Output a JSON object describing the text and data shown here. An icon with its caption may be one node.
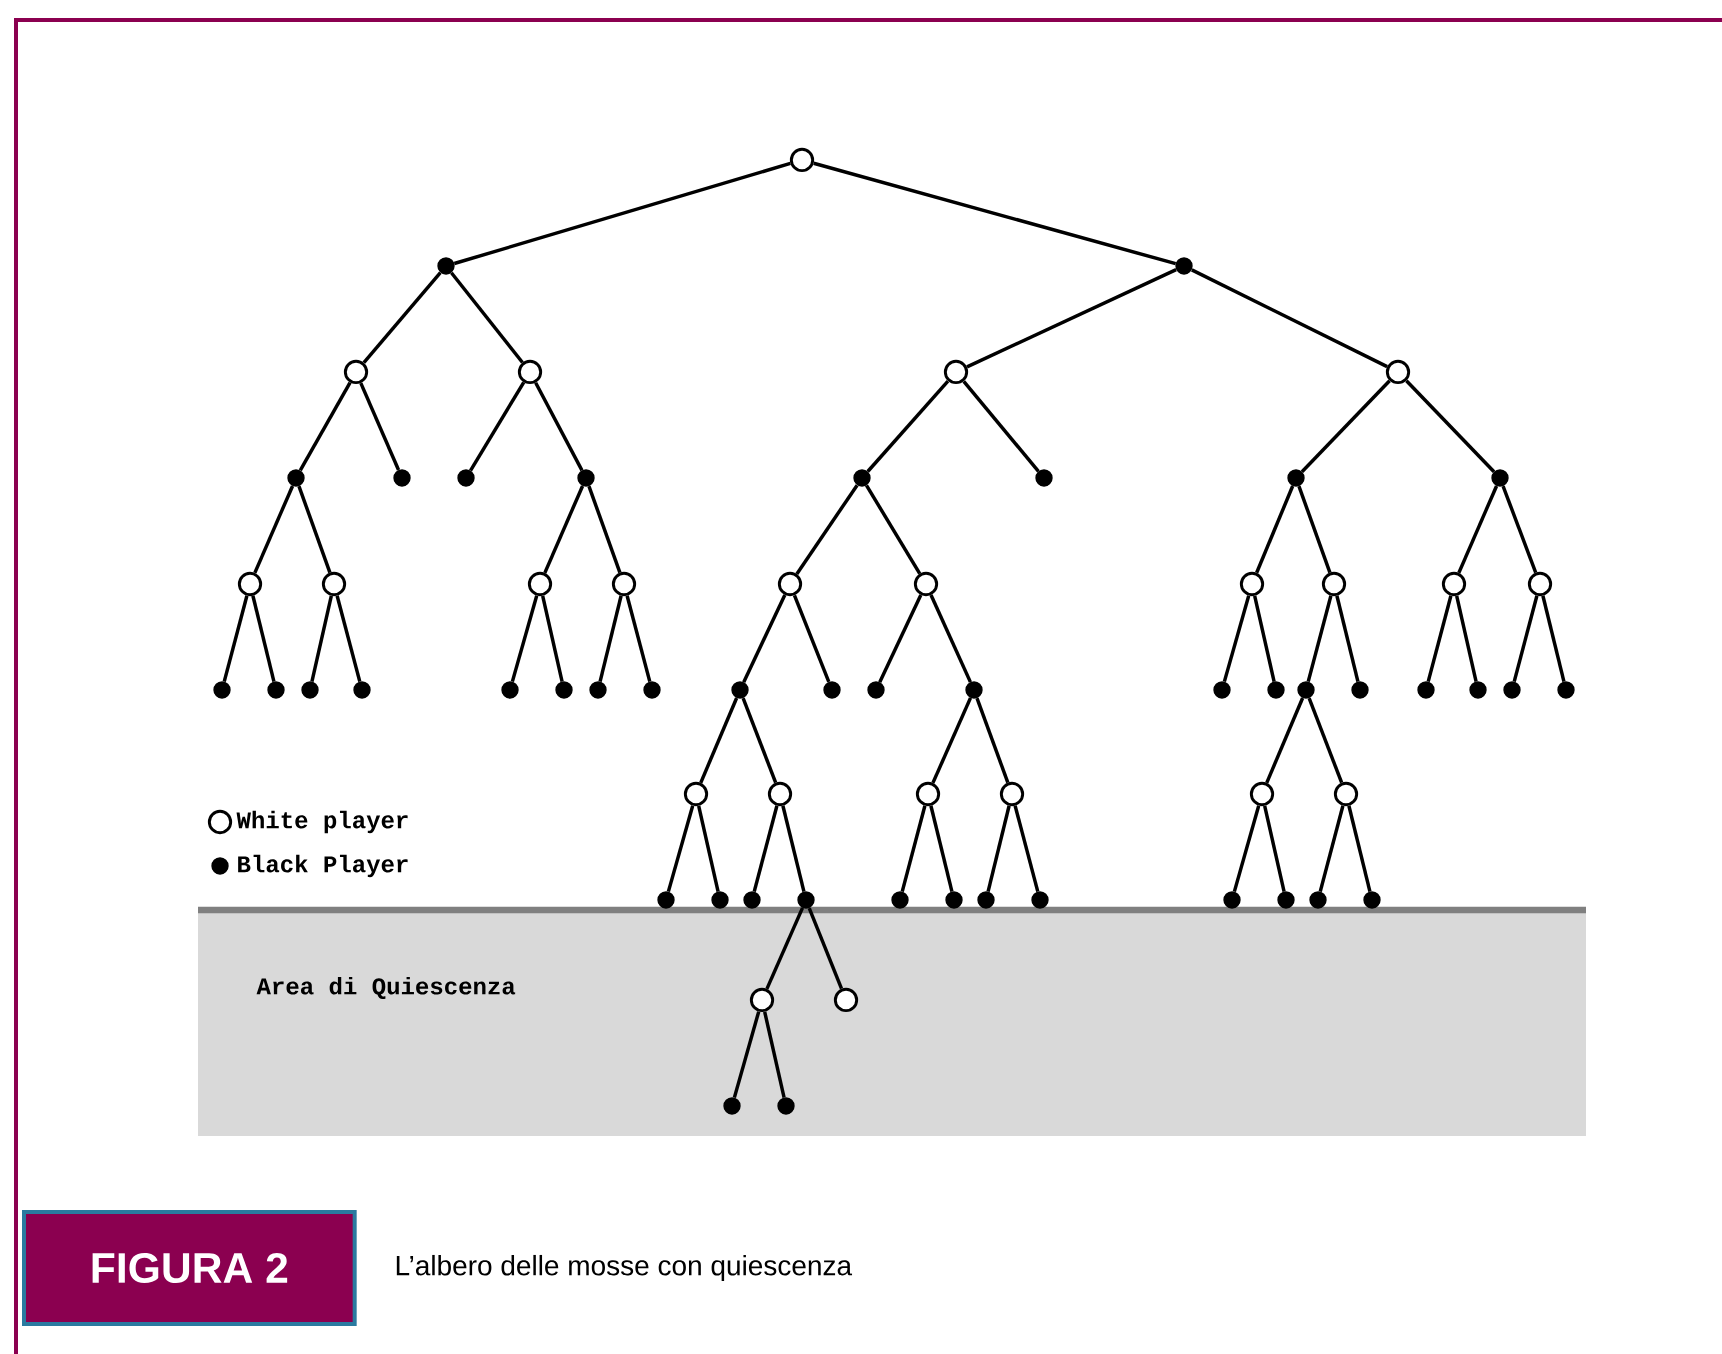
{
  "diagram": {
    "title": "FIGURA 2",
    "caption": "L’albero delle mosse con quiescenza",
    "nodes": [
      {
        "text": [],
        "shape": "circle"
      },
      {
        "text": [],
        "shape": "dot"
      },
      {
        "text": [],
        "shape": "dot"
      },
      {
        "text": [],
        "shape": "circle"
      },
      {
        "text": [],
        "shape": "circle"
      },
      {
        "text": [],
        "shape": "circle"
      },
      {
        "text": [],
        "shape": "circle"
      },
      {
        "text": [],
        "shape": "dot"
      },
      {
        "text": [],
        "shape": "dot"
      },
      {
        "text": [],
        "shape": "dot"
      },
      {
        "text": [],
        "shape": "dot"
      },
      {
        "text": [],
        "shape": "dot"
      },
      {
        "text": [],
        "shape": "dot"
      },
      {
        "text": [],
        "shape": "dot"
      },
      {
        "text": [],
        "shape": "dot"
      },
      {
        "text": [],
        "shape": "circle"
      },
      {
        "text": [],
        "shape": "circle"
      },
      {
        "text": [],
        "shape": "circle"
      },
      {
        "text": [],
        "shape": "circle"
      },
      {
        "text": [],
        "shape": "circle"
      },
      {
        "text": [],
        "shape": "circle"
      },
      {
        "text": [],
        "shape": "circle"
      },
      {
        "text": [],
        "shape": "circle"
      },
      {
        "text": [],
        "shape": "circle"
      },
      {
        "text": [],
        "shape": "circle"
      },
      {
        "text": [],
        "shape": "dot"
      },
      {
        "text": [],
        "shape": "dot"
      },
      {
        "text": [],
        "shape": "dot"
      },
      {
        "text": [],
        "shape": "dot"
      },
      {
        "text": [],
        "shape": "dot"
      },
      {
        "text": [],
        "shape": "dot"
      },
      {
        "text": [],
        "shape": "dot"
      },
      {
        "text": [],
        "shape": "dot"
      },
      {
        "text": [],
        "shape": "dot"
      },
      {
        "text": [],
        "shape": "dot"
      },
      {
        "text": [],
        "shape": "dot"
      },
      {
        "text": [],
        "shape": "dot"
      },
      {
        "text": [],
        "shape": "dot"
      },
      {
        "text": [],
        "shape": "dot"
      },
      {
        "text": [],
        "shape": "dot"
      },
      {
        "text": [],
        "shape": "dot"
      },
      {
        "text": [],
        "shape": "dot"
      },
      {
        "text": [],
        "shape": "dot"
      },
      {
        "text": [],
        "shape": "dot"
      },
      {
        "text": [],
        "shape": "dot"
      },
      {
        "text": [],
        "shape": "circle"
      },
      {
        "text": [],
        "shape": "circle"
      },
      {
        "text": [],
        "shape": "circle"
      },
      {
        "text": [],
        "shape": "circle"
      },
      {
        "text": [],
        "shape": "circle"
      },
      {
        "text": [],
        "shape": "circle"
      },
      {
        "text": [],
        "shape": "dot"
      },
      {
        "text": [],
        "shape": "dot"
      },
      {
        "text": [],
        "shape": "dot"
      },
      {
        "text": [],
        "shape": "dot"
      },
      {
        "text": [],
        "shape": "dot"
      },
      {
        "text": [],
        "shape": "dot"
      },
      {
        "text": [],
        "shape": "dot"
      },
      {
        "text": [],
        "shape": "dot"
      },
      {
        "text": [],
        "shape": "dot"
      },
      {
        "text": [],
        "shape": "dot"
      },
      {
        "text": [],
        "shape": "dot"
      },
      {
        "text": [],
        "shape": "dot"
      },
      {
        "text": [],
        "shape": "circle"
      },
      {
        "text": [],
        "shape": "circle"
      },
      {
        "text": [],
        "shape": "dot"
      },
      {
        "text": [],
        "shape": "dot"
      }
    ],
    "edges": [
      {
        "from": 0,
        "to": 1,
        "arrow": "none"
      },
      {
        "from": 0,
        "to": 2,
        "arrow": "none"
      },
      {
        "from": 1,
        "to": 3,
        "arrow": "none"
      },
      {
        "from": 1,
        "to": 4,
        "arrow": "none"
      },
      {
        "from": 2,
        "to": 5,
        "arrow": "none"
      },
      {
        "from": 2,
        "to": 6,
        "arrow": "none"
      },
      {
        "from": 3,
        "to": 7,
        "arrow": "none"
      },
      {
        "from": 3,
        "to": 8,
        "arrow": "none"
      },
      {
        "from": 4,
        "to": 9,
        "arrow": "none"
      },
      {
        "from": 4,
        "to": 10,
        "arrow": "none"
      },
      {
        "from": 5,
        "to": 11,
        "arrow": "none"
      },
      {
        "from": 5,
        "to": 12,
        "arrow": "none"
      },
      {
        "from": 6,
        "to": 13,
        "arrow": "none"
      },
      {
        "from": 6,
        "to": 14,
        "arrow": "none"
      },
      {
        "from": 7,
        "to": 15,
        "arrow": "none"
      },
      {
        "from": 7,
        "to": 16,
        "arrow": "none"
      },
      {
        "from": 10,
        "to": 17,
        "arrow": "none"
      },
      {
        "from": 10,
        "to": 18,
        "arrow": "none"
      },
      {
        "from": 11,
        "to": 19,
        "arrow": "none"
      },
      {
        "from": 11,
        "to": 20,
        "arrow": "none"
      },
      {
        "from": 13,
        "to": 21,
        "arrow": "none"
      },
      {
        "from": 13,
        "to": 22,
        "arrow": "none"
      },
      {
        "from": 14,
        "to": 23,
        "arrow": "none"
      },
      {
        "from": 14,
        "to": 24,
        "arrow": "none"
      },
      {
        "from": 15,
        "to": 25,
        "arrow": "none"
      },
      {
        "from": 15,
        "to": 26,
        "arrow": "none"
      },
      {
        "from": 16,
        "to": 27,
        "arrow": "none"
      },
      {
        "from": 16,
        "to": 28,
        "arrow": "none"
      },
      {
        "from": 17,
        "to": 29,
        "arrow": "none"
      },
      {
        "from": 17,
        "to": 30,
        "arrow": "none"
      },
      {
        "from": 18,
        "to": 31,
        "arrow": "none"
      },
      {
        "from": 18,
        "to": 32,
        "arrow": "none"
      },
      {
        "from": 19,
        "to": 33,
        "arrow": "none"
      },
      {
        "from": 19,
        "to": 34,
        "arrow": "none"
      },
      {
        "from": 20,
        "to": 35,
        "arrow": "none"
      },
      {
        "from": 20,
        "to": 36,
        "arrow": "none"
      },
      {
        "from": 21,
        "to": 37,
        "arrow": "none"
      },
      {
        "from": 21,
        "to": 38,
        "arrow": "none"
      },
      {
        "from": 22,
        "to": 39,
        "arrow": "none"
      },
      {
        "from": 22,
        "to": 40,
        "arrow": "none"
      },
      {
        "from": 23,
        "to": 41,
        "arrow": "none"
      },
      {
        "from": 23,
        "to": 42,
        "arrow": "none"
      },
      {
        "from": 24,
        "to": 43,
        "arrow": "none"
      },
      {
        "from": 24,
        "to": 44,
        "arrow": "none"
      },
      {
        "from": 33,
        "to": 45,
        "arrow": "none"
      },
      {
        "from": 33,
        "to": 46,
        "arrow": "none"
      },
      {
        "from": 36,
        "to": 47,
        "arrow": "none"
      },
      {
        "from": 36,
        "to": 48,
        "arrow": "none"
      },
      {
        "from": 39,
        "to": 49,
        "arrow": "none"
      },
      {
        "from": 39,
        "to": 50,
        "arrow": "none"
      },
      {
        "from": 45,
        "to": 51,
        "arrow": "none"
      },
      {
        "from": 45,
        "to": 52,
        "arrow": "none"
      },
      {
        "from": 46,
        "to": 53,
        "arrow": "none"
      },
      {
        "from": 46,
        "to": 54,
        "arrow": "none"
      },
      {
        "from": 47,
        "to": 55,
        "arrow": "none"
      },
      {
        "from": 47,
        "to": 56,
        "arrow": "none"
      },
      {
        "from": 48,
        "to": 57,
        "arrow": "none"
      },
      {
        "from": 48,
        "to": 58,
        "arrow": "none"
      },
      {
        "from": 49,
        "to": 59,
        "arrow": "none"
      },
      {
        "from": 49,
        "to": 60,
        "arrow": "none"
      },
      {
        "from": 50,
        "to": 61,
        "arrow": "none"
      },
      {
        "from": 50,
        "to": 62,
        "arrow": "none"
      },
      {
        "from": 54,
        "to": 63,
        "arrow": "none"
      },
      {
        "from": 54,
        "to": 64,
        "arrow": "none"
      },
      {
        "from": 63,
        "to": 65,
        "arrow": "none"
      },
      {
        "from": 63,
        "to": 66,
        "arrow": "none"
      }
    ],
    "labels": [
      "Area di Quiescenza"
    ],
    "legend": [
      {
        "text": "White player"
      },
      {
        "text": "Black Player"
      }
    ]
  }
}
